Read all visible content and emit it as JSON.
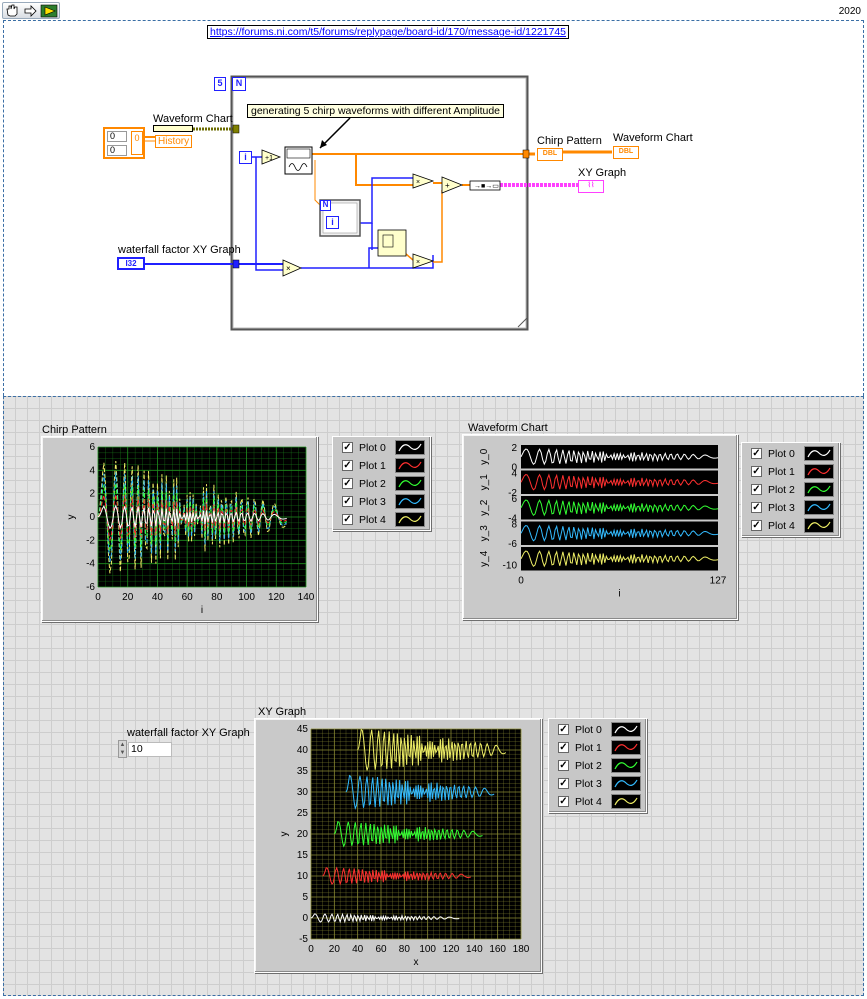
{
  "toolbar": {
    "version": "2020",
    "operate_icon": "hand-icon",
    "arrow_icon": "arrow-icon",
    "run_icon": "run-icon"
  },
  "block_diagram": {
    "url": "https://forums.ni.com/t5/forums/replypage/board-id/170/message-id/1221745",
    "comment": "generating 5 chirp waveforms with different Amplitude",
    "loop_count": "5",
    "n_label": "N",
    "i_label": "i",
    "labels": {
      "waveform_chart_history": "Waveform Chart",
      "history": "History",
      "waterfall": "waterfall factor XY Graph",
      "i32": "I32",
      "chirp_pattern": "Chirp Pattern",
      "waveform_chart": "Waveform Chart",
      "xy_graph": "XY Graph",
      "dbl": "DBL",
      "zero": "0"
    }
  },
  "front_panel": {
    "waterfall": {
      "label": "waterfall factor XY Graph",
      "value": "10"
    },
    "legend_plots": [
      "Plot 0",
      "Plot 1",
      "Plot 2",
      "Plot 3",
      "Plot 4"
    ],
    "colors": {
      "plot0": "#ffffff",
      "plot1": "#ff3030",
      "plot2": "#33ff33",
      "plot3": "#33bbff",
      "plot4": "#eeee66",
      "chart_bg": "#000000",
      "grid": "#1f8f1f",
      "xy_grid": "#8a8a33"
    }
  },
  "chart_data": [
    {
      "type": "line",
      "title": "Chirp Pattern",
      "xlabel": "i",
      "ylabel": "y",
      "xlim": [
        0,
        140
      ],
      "ylim": [
        -6,
        6
      ],
      "x_ticks": [
        0,
        20,
        40,
        60,
        80,
        100,
        120,
        140
      ],
      "y_ticks": [
        6,
        4,
        2,
        0,
        -2,
        -4,
        -6
      ],
      "grid": true,
      "legend": "right",
      "series": [
        {
          "name": "Plot 0",
          "amplitude": 1,
          "n_points": 128
        },
        {
          "name": "Plot 1",
          "amplitude": 2,
          "n_points": 128
        },
        {
          "name": "Plot 2",
          "amplitude": 3,
          "n_points": 128
        },
        {
          "name": "Plot 3",
          "amplitude": 4,
          "n_points": 128
        },
        {
          "name": "Plot 4",
          "amplitude": 5,
          "n_points": 128
        }
      ]
    },
    {
      "type": "line",
      "title": "Waveform Chart",
      "xlabel": "i",
      "xlim": [
        0,
        127
      ],
      "x_ticks": [
        0,
        127
      ],
      "grid": false,
      "legend": "right",
      "stacked": true,
      "series": [
        {
          "name": "Plot 0",
          "ylabel": "y_0",
          "y_ticks": [
            2,
            0
          ]
        },
        {
          "name": "Plot 1",
          "ylabel": "y_1",
          "y_ticks": [
            4,
            -2
          ]
        },
        {
          "name": "Plot 2",
          "ylabel": "y_2",
          "y_ticks": [
            6,
            -4
          ]
        },
        {
          "name": "Plot 3",
          "ylabel": "y_3",
          "y_ticks": [
            8,
            -6
          ]
        },
        {
          "name": "Plot 4",
          "ylabel": "y_4",
          "y_ticks": [
            -10
          ]
        }
      ]
    },
    {
      "type": "line",
      "title": "XY Graph",
      "xlabel": "x",
      "ylabel": "y",
      "xlim": [
        0,
        180
      ],
      "ylim": [
        -5,
        45
      ],
      "x_ticks": [
        0,
        20,
        40,
        60,
        80,
        100,
        120,
        140,
        160,
        180
      ],
      "y_ticks": [
        45,
        40,
        35,
        30,
        25,
        20,
        15,
        10,
        5,
        0,
        -5
      ],
      "grid": true,
      "legend": "right",
      "series": [
        {
          "name": "Plot 0",
          "x_offset": 0,
          "y_offset": 0
        },
        {
          "name": "Plot 1",
          "x_offset": 10,
          "y_offset": 10
        },
        {
          "name": "Plot 2",
          "x_offset": 20,
          "y_offset": 20
        },
        {
          "name": "Plot 3",
          "x_offset": 30,
          "y_offset": 30
        },
        {
          "name": "Plot 4",
          "x_offset": 40,
          "y_offset": 40
        }
      ]
    }
  ]
}
